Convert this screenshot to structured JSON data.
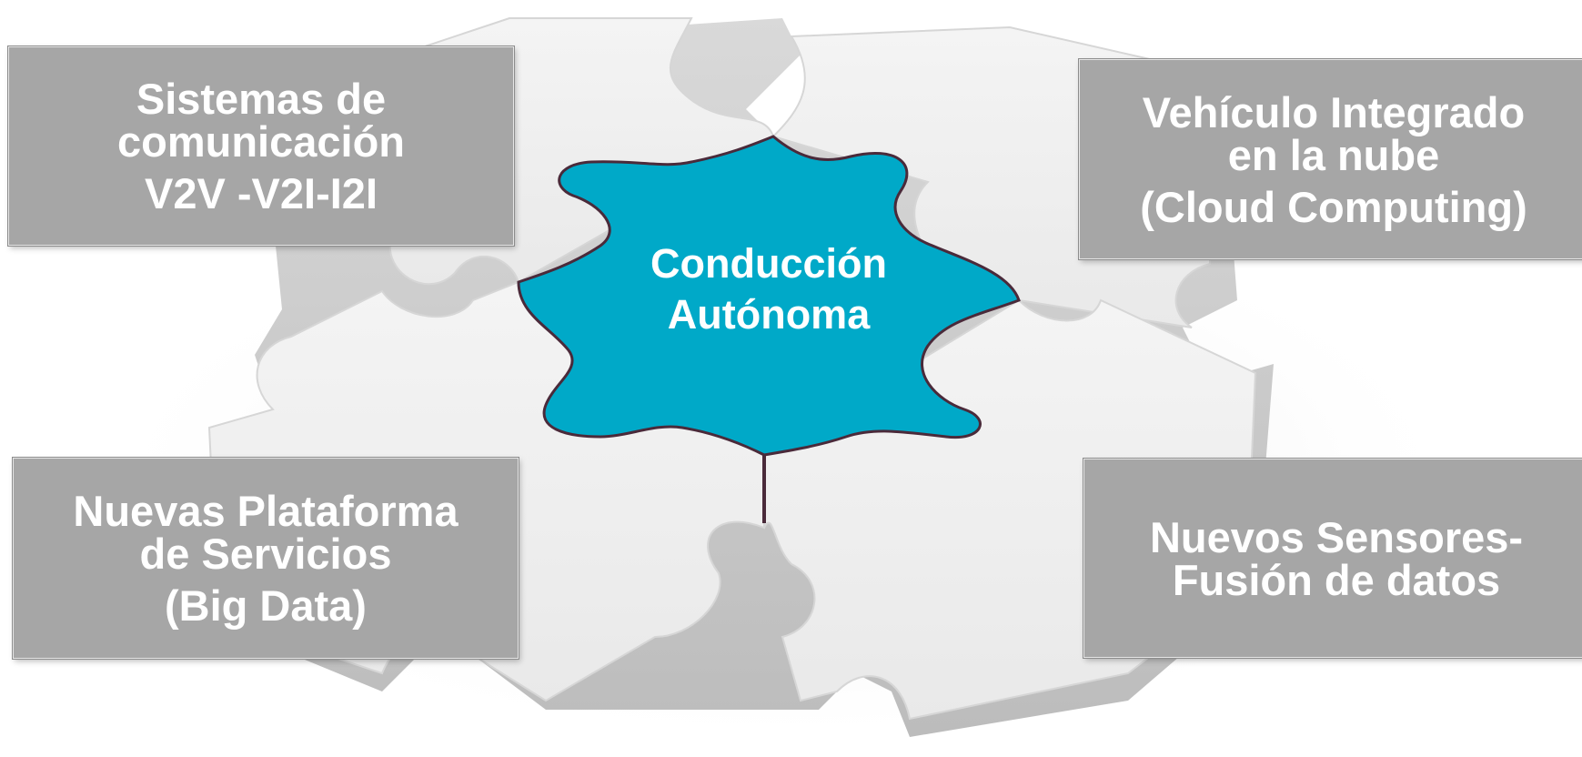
{
  "center": {
    "line1": "Conducción",
    "line2": "Autónoma",
    "color": "#00a9c8"
  },
  "boxes": {
    "top_left": {
      "line1": "Sistemas de",
      "line2": "comunicación",
      "line3": "V2V -V2I-I2I"
    },
    "top_right": {
      "line1": "Vehículo Integrado",
      "line2": "en la nube",
      "line3": "(Cloud Computing)"
    },
    "bottom_left": {
      "line1": "Nuevas Plataforma",
      "line2": "de Servicios",
      "line3": "(Big Data)"
    },
    "bottom_right": {
      "line1": "Nuevos Sensores-",
      "line2": "Fusión de datos"
    }
  },
  "colors": {
    "box_fill": "#a6a6a6",
    "piece_fill": "#efefef",
    "text": "#ffffff"
  }
}
